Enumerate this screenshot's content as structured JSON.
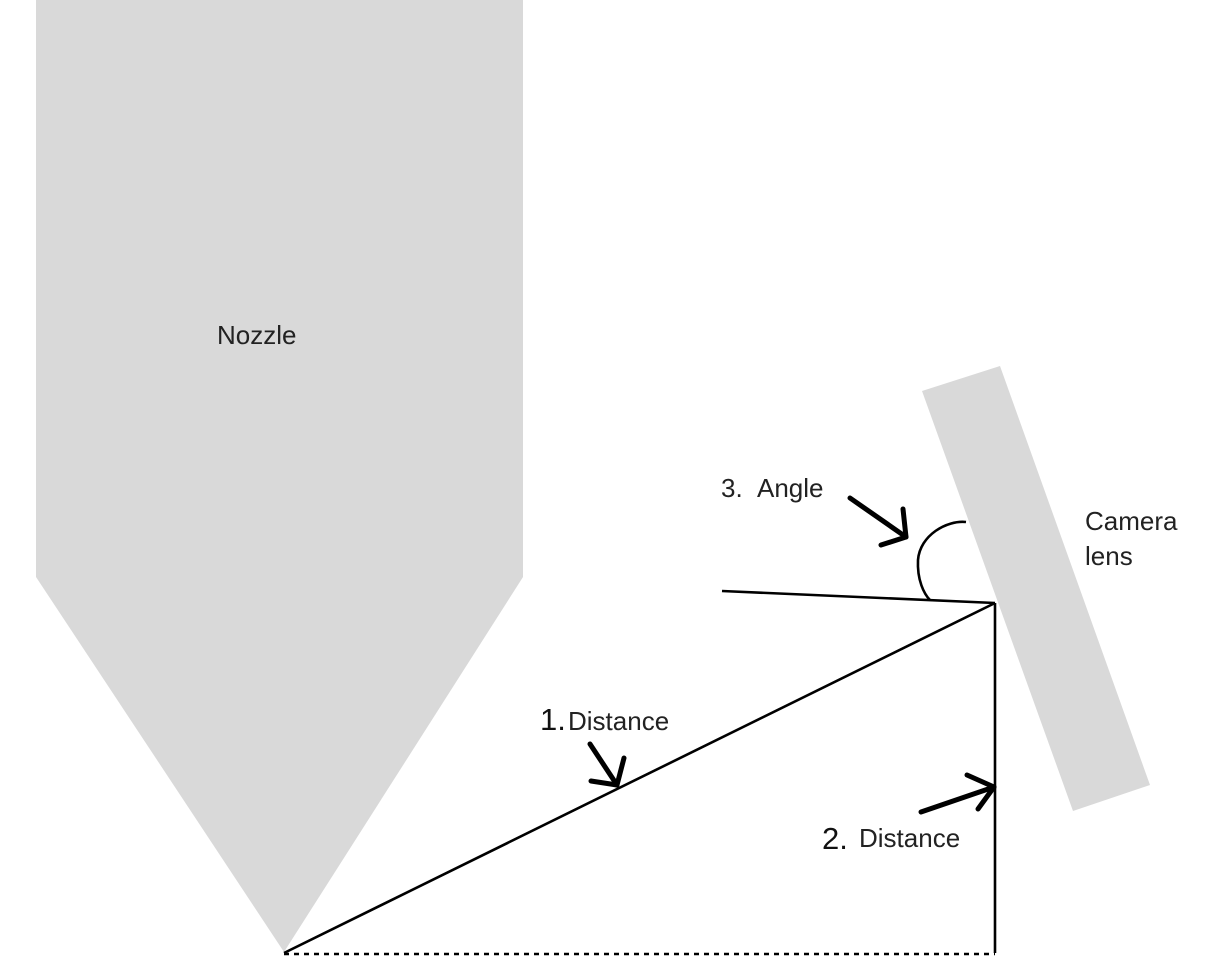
{
  "colors": {
    "shape_fill": "#d9d9d9",
    "line": "#000000",
    "background": "#ffffff"
  },
  "labels": {
    "nozzle": "Nozzle",
    "camera_lens_line1": "Camera",
    "camera_lens_line2": "lens",
    "distance1_number": "1.",
    "distance1_text": "Distance",
    "distance2_number": "2.",
    "distance2_text": "Distance",
    "angle_number": "3.",
    "angle_text": "Angle"
  },
  "icons": {
    "arrow": "arrow-icon"
  }
}
